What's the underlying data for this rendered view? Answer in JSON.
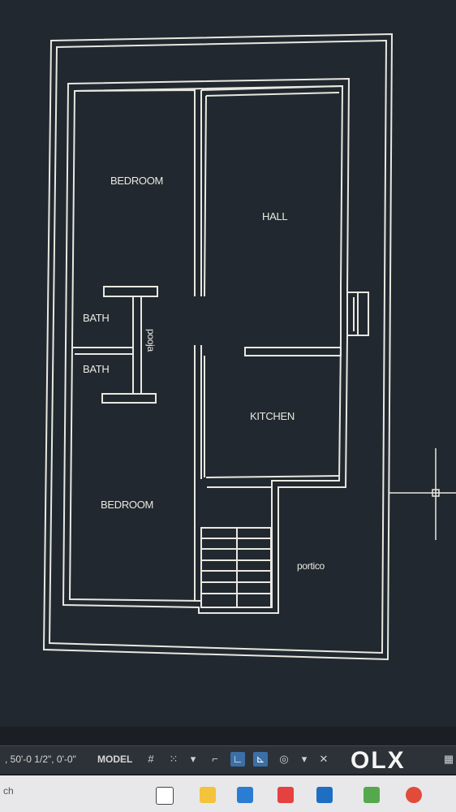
{
  "rooms": {
    "bedroom_top": "BEDROOM",
    "hall": "HALL",
    "bath_top": "BATH",
    "bath_bottom": "BATH",
    "pooja": "pooja",
    "kitchen": "KITCHEN",
    "bedroom_bottom": "BEDROOM",
    "portico": "portico"
  },
  "status_bar": {
    "coordinates": ", 50'-0 1/2\", 0'-0\"",
    "model_label": "MODEL"
  },
  "taskbar": {
    "search_text": "ch"
  },
  "watermark": {
    "brand": "OLX"
  },
  "colors": {
    "background": "#22282f",
    "lines": "#e8e8e0",
    "accent": "#3b6fa6"
  }
}
